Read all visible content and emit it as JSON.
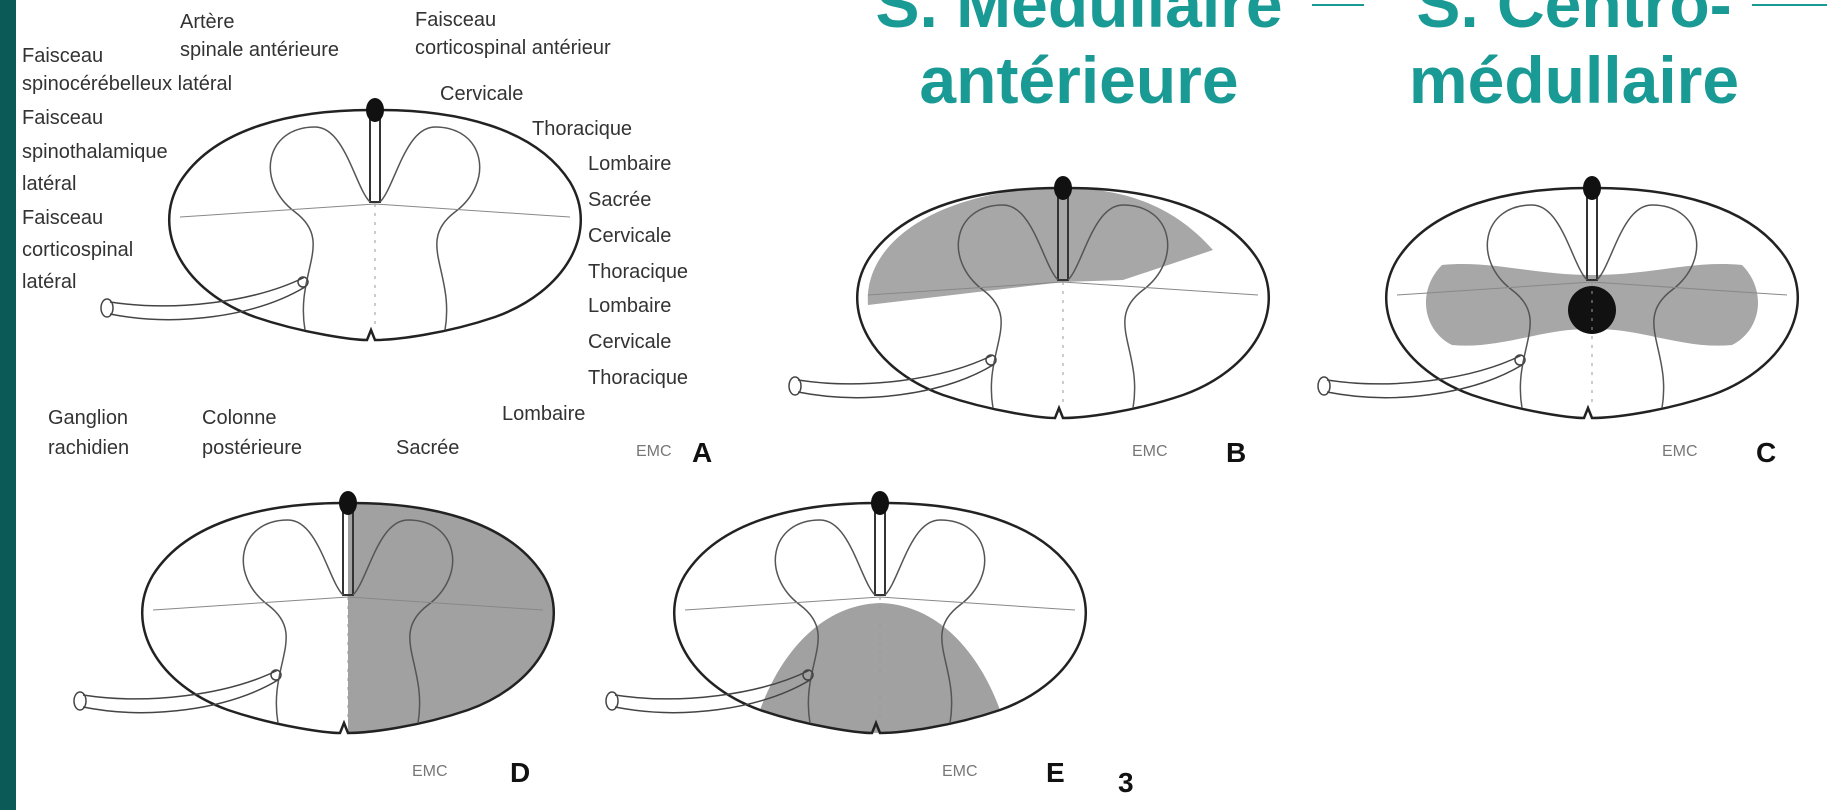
{
  "headers": [
    {
      "line1": "S. Médullaire",
      "line2": "antérieure"
    },
    {
      "line1": "S. Centro-",
      "line2": "médullaire"
    }
  ],
  "labels_left": {
    "faisceau_1": "Faisceau",
    "spinocerebelleux": "spinocérébelleux latéral",
    "faisceau_2": "Faisceau",
    "spinothalamique": "spinothalamique",
    "lateral_1": "latéral",
    "faisceau_3": "Faisceau",
    "corticospinal": "corticospinal",
    "lateral_2": "latéral"
  },
  "labels_top": {
    "artere": "Artère",
    "spinale_anterieure": "spinale antérieure",
    "faisceau": "Faisceau",
    "corticospinal_anterieur": "corticospinal antérieur"
  },
  "labels_right": [
    "Cervicale",
    "Thoracique",
    "Lombaire",
    "Sacrée",
    "Cervicale",
    "Thoracique",
    "Lombaire",
    "Cervicale",
    "Thoracique",
    "Lombaire"
  ],
  "labels_bottom": {
    "ganglion": "Ganglion",
    "rachidien": "rachidien",
    "colonne": "Colonne",
    "posterieure": "postérieure",
    "sacree": "Sacrée"
  },
  "panels": [
    "A",
    "B",
    "C",
    "D",
    "E"
  ],
  "emc": "EMC",
  "figure_number": "3",
  "colors": {
    "teal": "#1a9a95",
    "dark_teal": "#0c5a57",
    "shade": "#8a8a8a"
  }
}
